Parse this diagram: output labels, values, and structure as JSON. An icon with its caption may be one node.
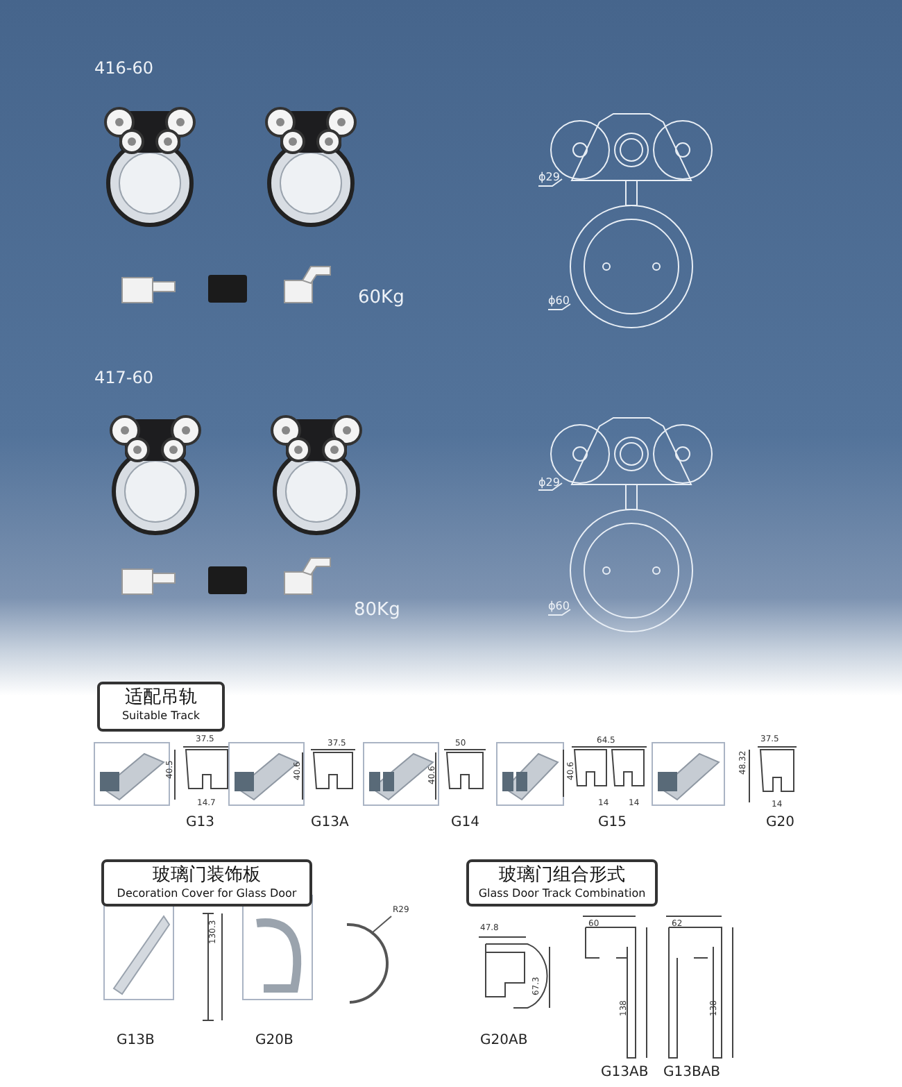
{
  "diagram": {
    "nodes": [
      {
        "text": [
          "适配吊轨",
          "Suitable Track"
        ]
      },
      {
        "text": [
          "玻璃门装饰板",
          "Decoration Cover for Glass Door"
        ]
      },
      {
        "text": [
          "玻璃门组合形式",
          "Glass Door Track Combination"
        ]
      }
    ],
    "labels": [
      "416-60",
      "ϕ29",
      "60Kg",
      "ϕ60",
      "417-60",
      "ϕ29",
      "ϕ60",
      "80Kg",
      "37.5",
      "40.5",
      "14.7",
      "37.5",
      "40.6",
      "50",
      "40.6",
      "64.5",
      "40.6",
      "14",
      "14",
      "37.5",
      "48.32",
      "14",
      "G13",
      "G13A",
      "G14",
      "G15",
      "G20",
      "130.3",
      "R29",
      "47.8",
      "67.3",
      "60",
      "62",
      "138",
      "138",
      "G13B",
      "G20B",
      "G20AB",
      "G13AB",
      "G13BAB"
    ]
  }
}
